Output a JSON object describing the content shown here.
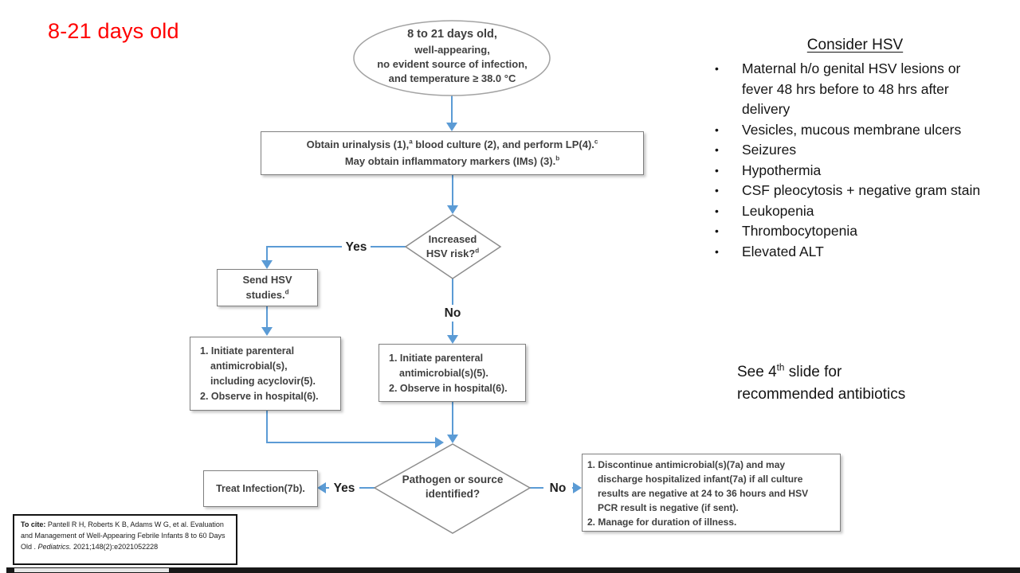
{
  "slide": {
    "title": "8-21 days old",
    "colors": {
      "title_red": "#ff0000",
      "connector_blue": "#5b9bd5",
      "shape_border_gray": "#8c8c8c"
    }
  },
  "flow": {
    "oval": {
      "line1": "8 to 21 days old,",
      "line2": "well-appearing,",
      "line3": "no evident source of infection,",
      "line4": "and temperature ≥ 38.0 °C"
    },
    "obtain": {
      "l1a": "Obtain urinalysis  (1),",
      "l1sup1": "a",
      "l1b": " blood culture (2), and perform LP(4).",
      "l1sup2": "c",
      "l2a": "May obtain inflammatory markers (IMs) (3).",
      "l2sup": "b"
    },
    "d1": {
      "line1": "Increased",
      "line2": "HSV risk?",
      "sup": "d"
    },
    "labels": {
      "yes1": "Yes",
      "no1": "No",
      "yes2": "Yes",
      "no2": "No"
    },
    "send": {
      "line1": "Send HSV",
      "line2": "studies.",
      "sup": "d"
    },
    "left_box": {
      "lines": [
        "1. Initiate parenteral",
        "antimicrobial(s),",
        "including acyclovir(5).",
        "2. Observe in hospital(6)."
      ]
    },
    "mid_box": {
      "lines": [
        "1. Initiate parenteral",
        "antimicrobial(s)(5).",
        "2. Observe in hospital(6)."
      ]
    },
    "d2": {
      "line1": "Pathogen or source",
      "line2": "identified?"
    },
    "treat": {
      "text": "Treat Infection(7b)."
    },
    "disc_box": {
      "lines": [
        "1. Discontinue antimicrobial(s)(7a) and may",
        "discharge hospitalized infant(7a) if all culture",
        "results are negative at 24 to 36 hours and HSV",
        "PCR result is negative (if sent).",
        "2. Manage for duration of illness."
      ]
    }
  },
  "consider_hsv": {
    "title": "Consider HSV",
    "bullet_char": "•",
    "items": [
      "Maternal h/o genital HSV lesions or fever 48 hrs before to 48 hrs after delivery",
      "Vesicles, mucous membrane ulcers",
      "Seizures",
      "Hypothermia",
      "CSF pleocytosis + negative gram stain",
      "Leukopenia",
      "Thrombocytopenia",
      "Elevated ALT"
    ]
  },
  "see_note": {
    "pre": "See 4",
    "sup": "th",
    "post": " slide for",
    "line2": "recommended antibiotics"
  },
  "citation": {
    "label": "To cite:",
    "text1": " Pantell R H, Roberts K B, Adams W G, et al. Evaluation and Management of Well-Appearing Febrile Infants 8 to 60 Days Old . ",
    "journal": "Pediatrics.",
    "text2": " 2021;148(2):e2021052228"
  }
}
